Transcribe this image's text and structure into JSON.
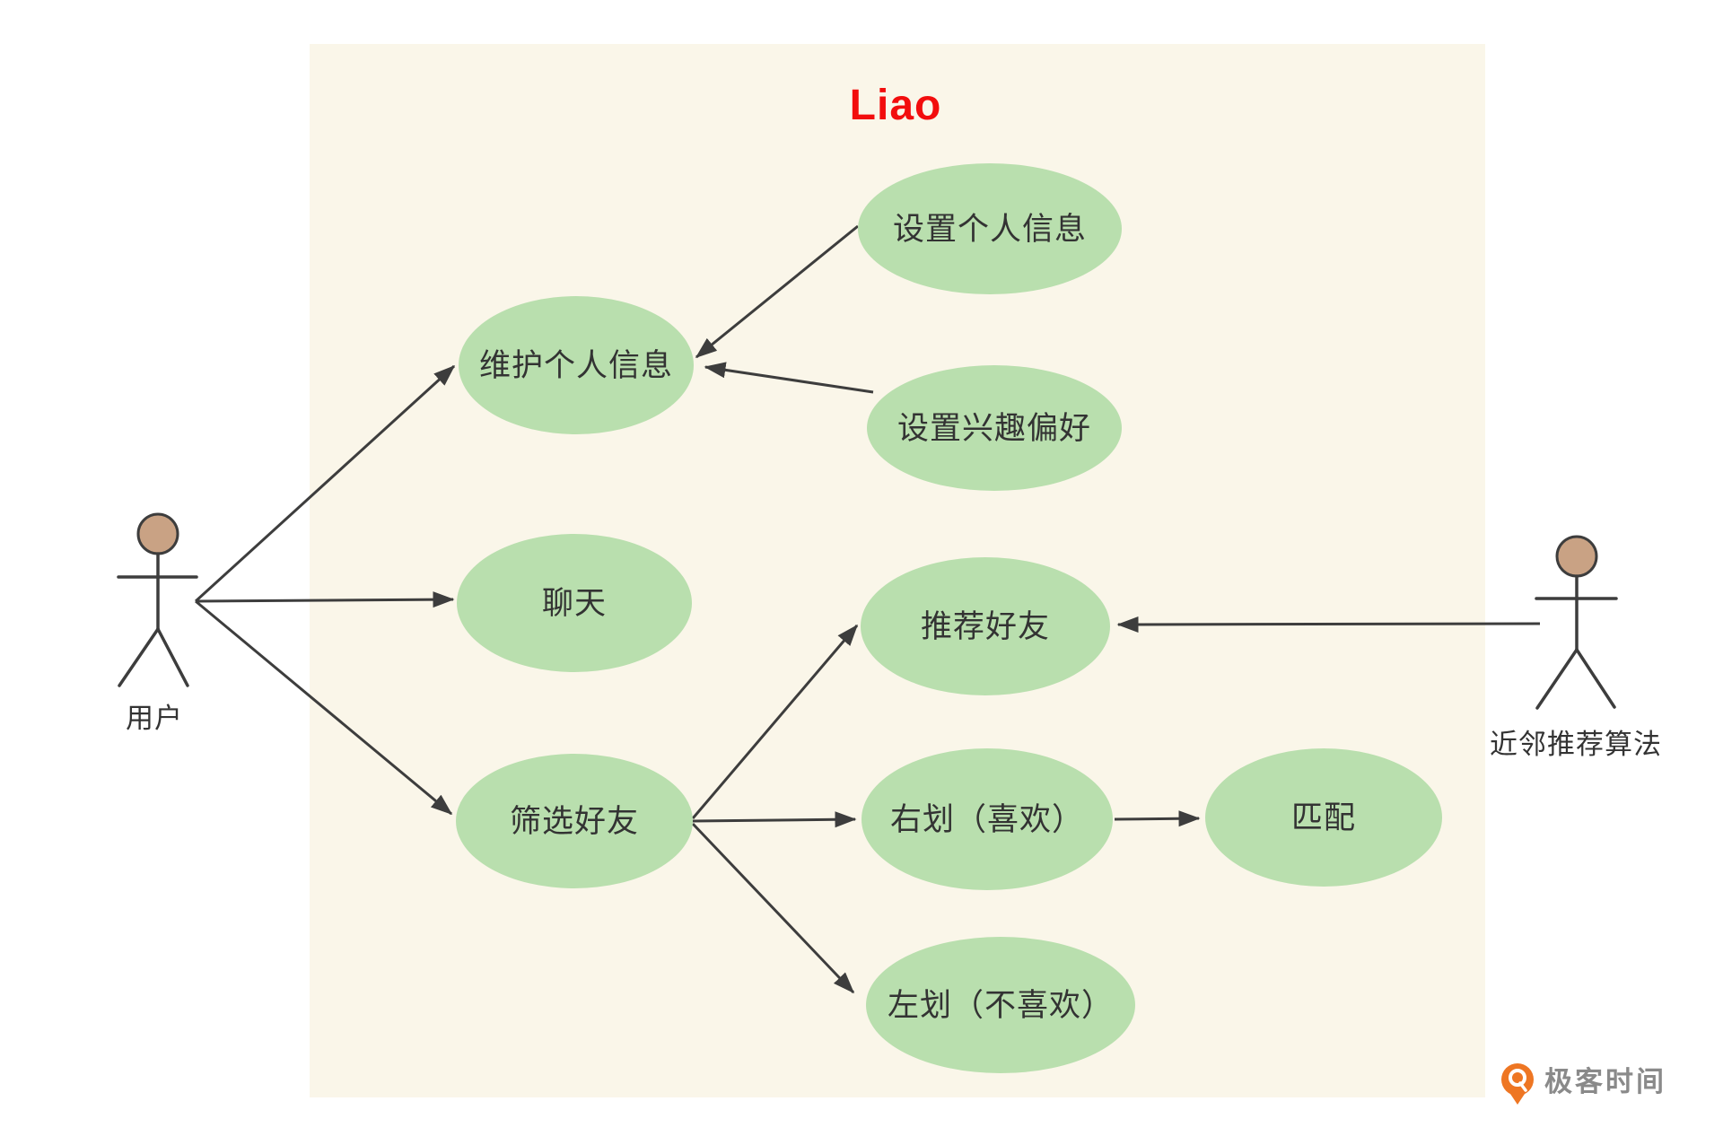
{
  "title": {
    "text": "Liao",
    "color": "#f20d0d"
  },
  "colors": {
    "canvas": "#ffffff",
    "panel": "#faf6e9",
    "node_fill": "#b9dfae",
    "node_text": "#333333",
    "connector": "#3d3d3d",
    "actor_head": "#c9a284",
    "actor_text": "#333333",
    "brand_orange": "#ee7623",
    "brand_text": "#8a8a8a"
  },
  "actors": [
    {
      "id": "user",
      "label": "用户"
    },
    {
      "id": "neighbor-recommendation-algorithm",
      "label": "近邻推荐算法"
    }
  ],
  "use_cases": [
    {
      "id": "set-profile-info",
      "label": "设置个人信息"
    },
    {
      "id": "maintain-profile-info",
      "label": "维护个人信息"
    },
    {
      "id": "set-interest-preference",
      "label": "设置兴趣偏好"
    },
    {
      "id": "chat",
      "label": "聊天"
    },
    {
      "id": "recommend-friends",
      "label": "推荐好友"
    },
    {
      "id": "filter-friends",
      "label": "筛选好友"
    },
    {
      "id": "swipe-right-like",
      "label": "右划（喜欢）"
    },
    {
      "id": "match",
      "label": "匹配"
    },
    {
      "id": "swipe-left-dislike",
      "label": "左划（不喜欢）"
    }
  ],
  "edges": [
    {
      "from": "user",
      "to": "maintain-profile-info"
    },
    {
      "from": "user",
      "to": "chat"
    },
    {
      "from": "user",
      "to": "filter-friends"
    },
    {
      "from": "set-profile-info",
      "to": "maintain-profile-info"
    },
    {
      "from": "set-interest-preference",
      "to": "maintain-profile-info"
    },
    {
      "from": "filter-friends",
      "to": "recommend-friends"
    },
    {
      "from": "filter-friends",
      "to": "swipe-right-like"
    },
    {
      "from": "filter-friends",
      "to": "swipe-left-dislike"
    },
    {
      "from": "swipe-right-like",
      "to": "match"
    },
    {
      "from": "neighbor-recommendation-algorithm",
      "to": "recommend-friends"
    }
  ],
  "footer": {
    "brand": "极客时间"
  }
}
